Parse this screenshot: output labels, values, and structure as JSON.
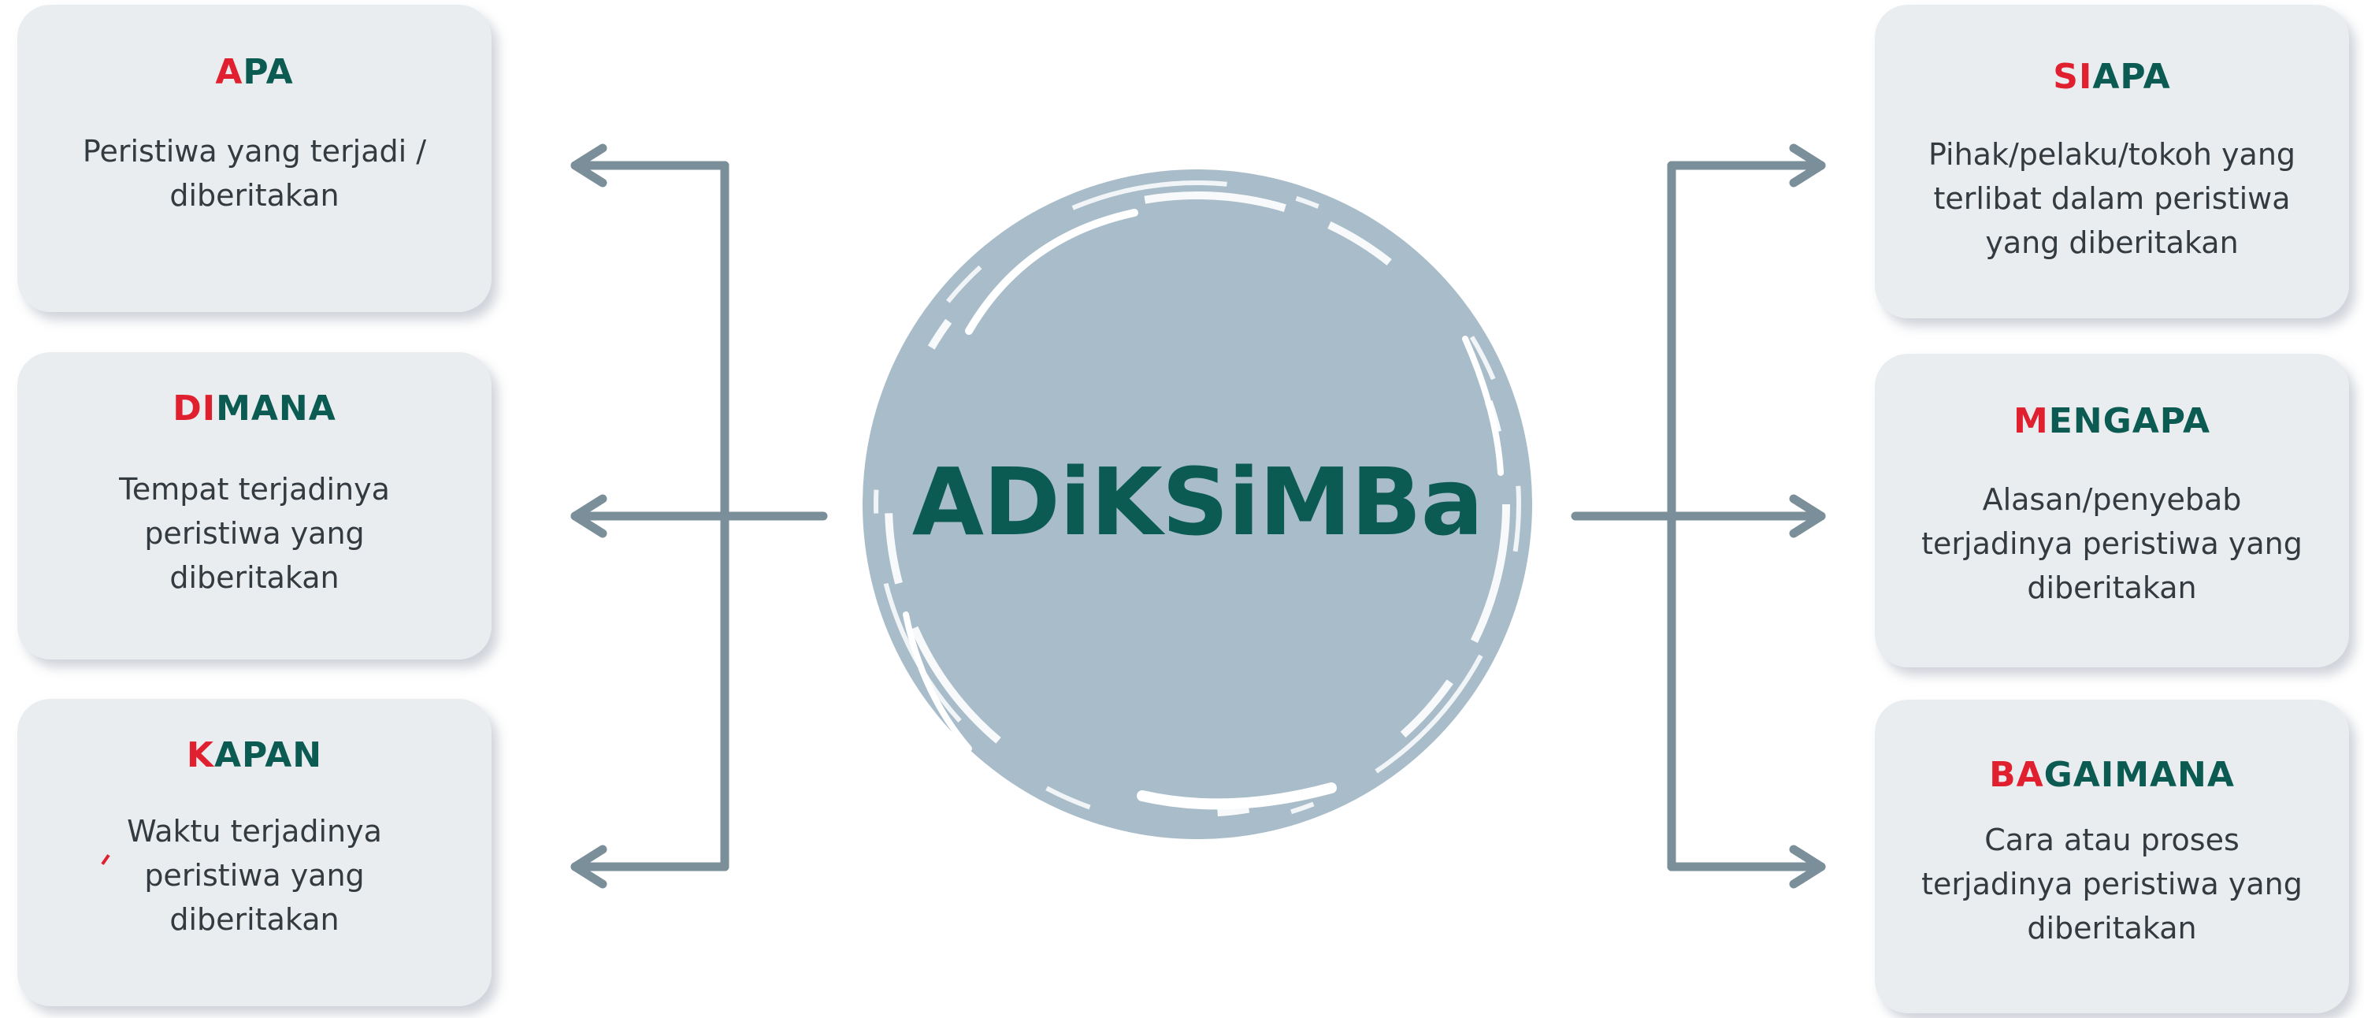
{
  "center": {
    "title": "ADiKSiMBa"
  },
  "cards": {
    "apa": {
      "title_accent": "A",
      "title_rest": "PA",
      "desc": [
        "Peristiwa yang terjadi /",
        "diberitakan"
      ]
    },
    "dimana": {
      "title_accent": "DI",
      "title_rest": "MANA",
      "desc": [
        "Tempat terjadinya",
        "peristiwa yang",
        "diberitakan"
      ]
    },
    "kapan": {
      "title_accent": "K",
      "title_rest": "APAN",
      "desc": [
        "Waktu terjadinya",
        "peristiwa yang",
        "diberitakan"
      ]
    },
    "siapa": {
      "title_accent": "SI",
      "title_rest": "APA",
      "desc": [
        "Pihak/pelaku/tokoh yang",
        "terlibat dalam peristiwa",
        "yang diberitakan"
      ]
    },
    "mengapa": {
      "title_accent": "M",
      "title_rest": "ENGAPA",
      "desc": [
        "Alasan/penyebab",
        "terjadinya peristiwa yang",
        "diberitakan"
      ]
    },
    "bagaimana": {
      "title_accent": "BA",
      "title_rest": "GAIMANA",
      "desc": [
        "Cara atau proses",
        "terjadinya peristiwa yang",
        "diberitakan"
      ]
    }
  },
  "colors": {
    "accent_red": "#e0202e",
    "title_green": "#0b5b52",
    "card_bg": "#eaedf0",
    "circle_fill": "#a8bcc9",
    "connector": "#7a8f9a"
  }
}
